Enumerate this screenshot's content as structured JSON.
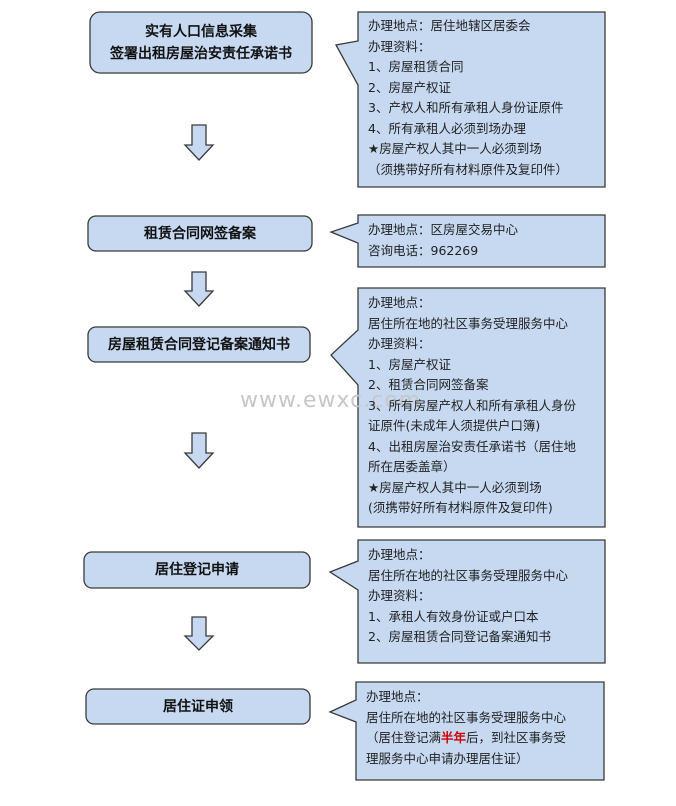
{
  "colors": {
    "fill": "#c6d9f1",
    "border": "#3a3a3a",
    "highlight": "#d00000"
  },
  "watermark": "www.ewxc.com",
  "steps": [
    {
      "lines": [
        "实有人口信息采集",
        "签署出租房屋治安责任承诺书"
      ]
    },
    {
      "lines": [
        "租赁合同网签备案"
      ]
    },
    {
      "lines": [
        "房屋租赁合同登记备案通知书"
      ]
    },
    {
      "lines": [
        "居住登记申请"
      ]
    },
    {
      "lines": [
        "居住证申领"
      ]
    }
  ],
  "notes": [
    {
      "lines": [
        "办理地点：居住地辖区居委会",
        "办理资料：",
        "1、房屋租赁合同",
        "2、房屋产权证",
        "3、产权人和所有承租人身份证原件",
        "4、所有承租人必须到场办理",
        "★房屋产权人其中一人必须到场",
        "（须携带好所有材料原件及复印件）"
      ]
    },
    {
      "lines": [
        "办理地点：区房屋交易中心",
        "咨询电话：962269"
      ]
    },
    {
      "lines": [
        "办理地点：",
        "居住所在地的社区事务受理服务中心",
        "办理资料：",
        "1、房屋产权证",
        "2、租赁合同网签备案",
        "3、所有房屋产权人和所有承租人身份",
        "证原件(未成年人须提供户口簿)",
        "4、出租房屋治安责任承诺书（居住地",
        "所在居委盖章）",
        "★房屋产权人其中一人必须到场",
        "(须携带好所有材料原件及复印件)"
      ]
    },
    {
      "lines": [
        "办理地点：",
        "居住所在地的社区事务受理服务中心",
        "办理资料：",
        "1、承租人有效身份证或户口本",
        "2、房屋租赁合同登记备案通知书"
      ]
    },
    {
      "lines": [
        "办理地点：",
        "居住所在地的社区事务受理服务中心"
      ],
      "line3_pre": "（居住登记满",
      "line3_red": "半年",
      "line3_post": "后，到社区事务受",
      "line4": "理服务中心申请办理居住证）"
    }
  ]
}
